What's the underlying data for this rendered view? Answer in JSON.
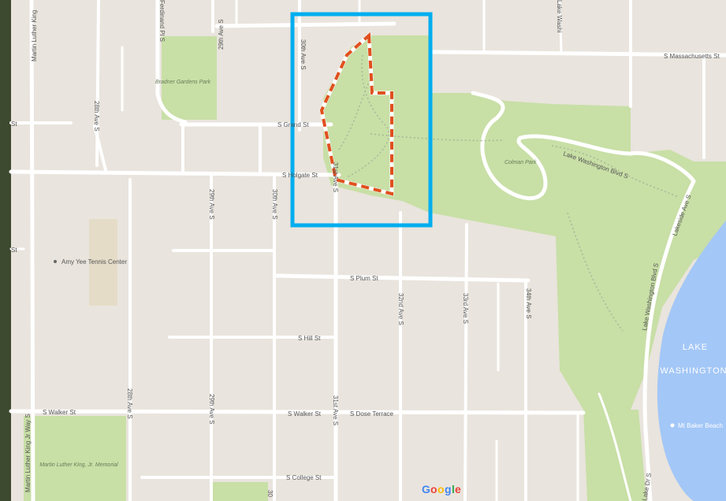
{
  "map": {
    "streets": {
      "mlk_way_top": "Martin Luther King",
      "mlk_way_bottom": "Martin Luther King Jr Way S",
      "ave28_top": "28th Ave S",
      "ave28_bottom": "28th Ave S",
      "ave29_top": "29th Ave S",
      "ave29_mid": "29th Ave S",
      "ave29_bottom": "29th Ave S",
      "ave30_top": "30th Ave S",
      "ave30_mid": "30th Ave S",
      "ave31": "31st Ave S",
      "ave31_bottom": "31st Ave S",
      "ave32": "32nd Ave S",
      "ave33": "33rd Ave S",
      "ave34": "34th Ave S",
      "lake_wa_ave": "Lake Washi",
      "massachusetts": "S Massachusetts St",
      "grand": "S Grand St",
      "holgate": "S Holgate St",
      "plum": "S Plum St",
      "hill": "S Hill St",
      "walker_left": "S Walker St",
      "walker_mid": "S Walker St",
      "dose": "S Dose Terrace",
      "college": "S College St",
      "lake_wa_blvd": "Lake Washington Blvd S",
      "lake_wa_blvd_vert": "Lake Washington Blvd S",
      "lakeside": "Lakeside Ave S",
      "ferdinand_top": "Ferdinand Pl S",
      "st_left_a": "St",
      "st_left_b": "St",
      "lake_dr": "Lake Dr S",
      "trunc_30": "30"
    },
    "places": {
      "bradner": "Bradner Gardens Park",
      "colman": "Colman Park",
      "amy_yee": "Amy Yee Tennis Center",
      "mlk_memorial": "Martin Luther King, Jr. Memorial",
      "mt_baker_beach": "Mt Baker Beach"
    },
    "water": {
      "lake_line1": "LAKE",
      "lake_line2": "WASHINGTON"
    },
    "attribution": {
      "G": "G",
      "o1": "o",
      "o2": "o",
      "g": "g",
      "l": "l",
      "e": "e"
    },
    "colors": {
      "land": "#e9e4dd",
      "park": "#c8dfa6",
      "road": "#ffffff",
      "water": "#a3c7f7",
      "highlight_box": "#00aeef",
      "boundary": "#e0501e"
    }
  }
}
